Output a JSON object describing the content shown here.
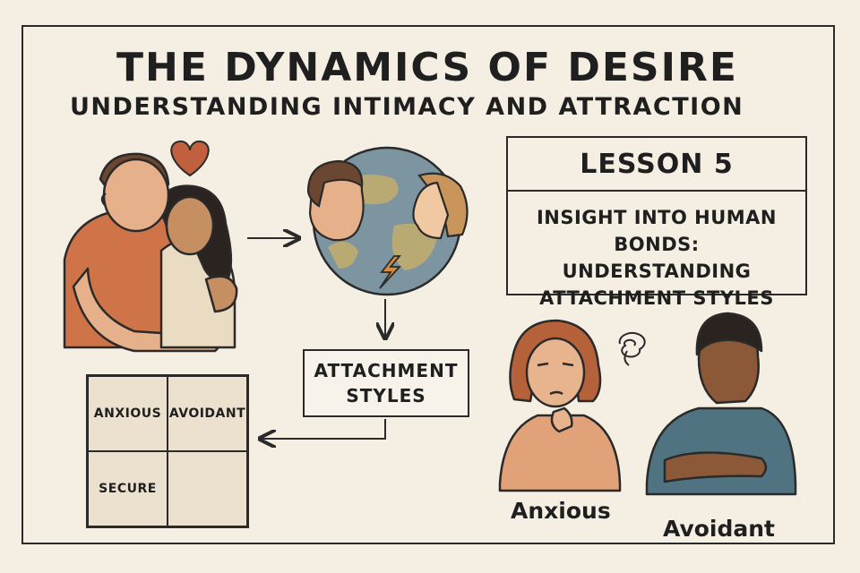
{
  "title": "THE DYNAMICS OF DESIRE",
  "subtitle": "UNDERSTANDING INTIMACY AND ATTRACTION",
  "lesson": {
    "heading": "LESSON 5",
    "description_lines": [
      "INSIGHT INTO HUMAN",
      "BONDS: UNDERSTANDING",
      "ATTACHMENT STYLES"
    ]
  },
  "attachment_box": {
    "lines": [
      "ATTACHMENT",
      "STYLES"
    ]
  },
  "grid": {
    "cells": [
      "ANXIOUS",
      "AVOIDANT",
      "SECURE",
      ""
    ]
  },
  "people": {
    "anxious_label": "Anxious",
    "avoidant_label": "Avoidant"
  },
  "colors": {
    "background": "#f5efe3",
    "line": "#2a2a2a",
    "heart": "#c0603e",
    "shirt_orange": "#cf7448",
    "shirt_blue": "#4f7380",
    "grid_fill": "#ece1cf"
  },
  "icons": [
    "heart-icon",
    "globe-icon",
    "lightning-icon",
    "thought-swirl-icon"
  ]
}
